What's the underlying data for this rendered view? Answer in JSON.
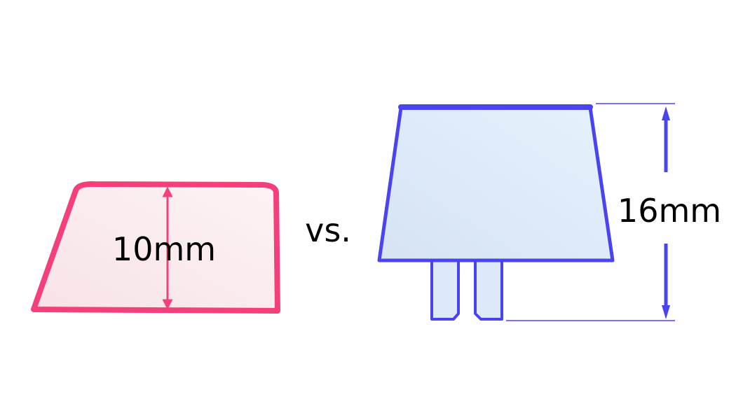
{
  "comparison": {
    "left": {
      "height_label": "10mm",
      "stroke_color": "#f43f7a",
      "fill_color": "#fbeaec"
    },
    "separator": "vs.",
    "right": {
      "height_label": "16mm",
      "stroke_color": "#4a44f0",
      "fill_color": "#dde9f8"
    }
  }
}
